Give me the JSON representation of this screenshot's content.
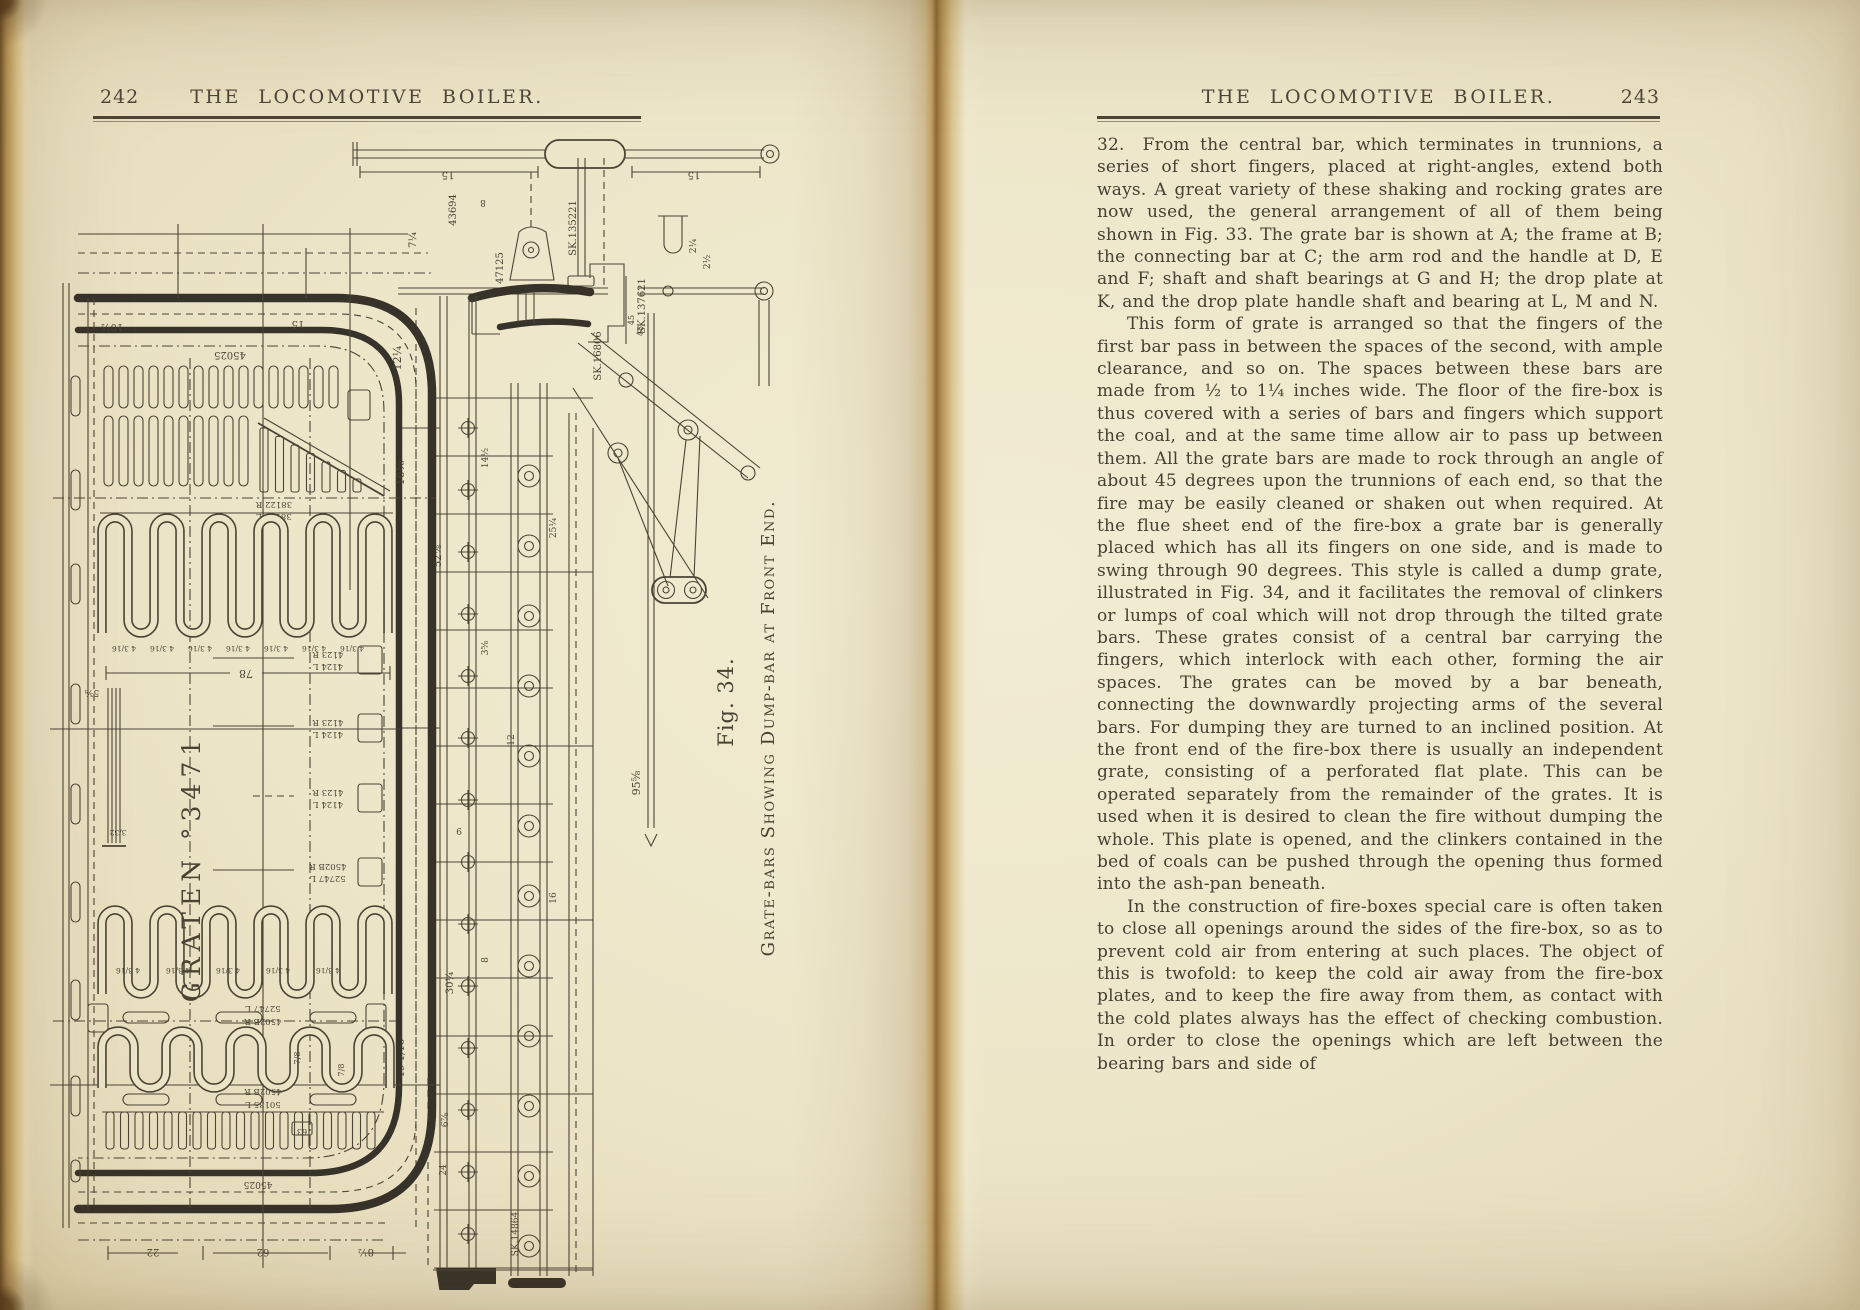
{
  "book": {
    "left_page": {
      "page_number": "242",
      "running_head": "THE LOCOMOTIVE BOILER.",
      "figure": {
        "number_label": "Fig. 34.",
        "caption": "Grate-bars Showing Dump-bar at Front End.",
        "plate_label": "GRATEN °3471",
        "annotations": [
          "10½",
          "45025",
          "15",
          "43694",
          "SK.135221",
          "8",
          "7¼",
          "47125",
          "SK.137621",
          "2¼",
          "45",
          "48",
          "SK.16806",
          "12¼",
          "16⅜",
          "52⅞",
          "78",
          "4 3/16",
          "5⅜",
          "3/32",
          "4123 R",
          "4124 L",
          "4502B R",
          "52747 L",
          "38122 R",
          "38123 L",
          "50135 L",
          "7/8",
          "63",
          "19 1/16",
          "30¼",
          "95⅝",
          "24",
          "6⅞",
          "SK.14864",
          "22",
          "62",
          "8½",
          "14½",
          "25¼",
          "3⅝",
          "12",
          "9",
          "16",
          "¾",
          "2½"
        ]
      }
    },
    "right_page": {
      "page_number": "243",
      "running_head": "THE LOCOMOTIVE BOILER.",
      "paragraphs": {
        "p1_num": "32.",
        "p1": "From the central bar, which terminates in trunnions, a series of short fingers, placed at right-angles, extend both ways.  A great variety of these shaking and rocking grates are now used, the general arrangement of all of them being shown in Fig. 33.  The grate bar is shown at A; the frame at B; the connecting bar at C; the arm rod and the handle at D, E and F; shaft and shaft bearings at G and H; the drop plate at K, and the drop plate handle shaft and bearing at L, M and N.",
        "p2": "This form of grate is arranged so that the fingers of the first bar pass in between the spaces of the second, with ample clearance, and so on.  The spaces between these bars are made from ½ to 1¼ inches wide.  The floor of the fire-box is thus covered with a series of bars and fingers which support the coal, and at the same time allow air to pass up between them.  All the grate bars are made to rock through an angle of about 45 degrees upon the trunnions of each end, so that the fire may be easily cleaned or shaken out when required.  At the flue sheet end of the fire-box a grate bar is generally placed which has all its fingers on one side, and is made to swing through 90 degrees.  This style is called a dump grate, illustrated in Fig. 34, and it facilitates the removal of clinkers or lumps of coal which will not drop through the tilted grate bars.  These grates consist of a central bar carrying the fingers, which interlock with each other, forming the air spaces.  The grates can be moved by a bar beneath, connecting the downwardly projecting arms of the several bars.  For dumping they are turned to an inclined position.  At the front end of the fire-box there is usually an independent grate, consisting of a perforated flat plate.  This can be operated separately from the remainder of the grates.  It is used when it is desired to clean the fire without dumping the whole.  This plate is opened, and the clinkers contained in the bed of coals can be pushed through the opening thus formed into the ash-pan beneath.",
        "p3": "In the construction of fire-boxes special care is often taken to close all openings around the sides of the fire-box, so as to prevent cold air from entering at such places.  The object of this is twofold: to keep the cold air away from the fire-box plates, and to keep the fire away from them, as contact with the cold plates always has the effect of checking combustion.  In order to close the openings which are left between the bearing bars and side of"
      }
    }
  }
}
